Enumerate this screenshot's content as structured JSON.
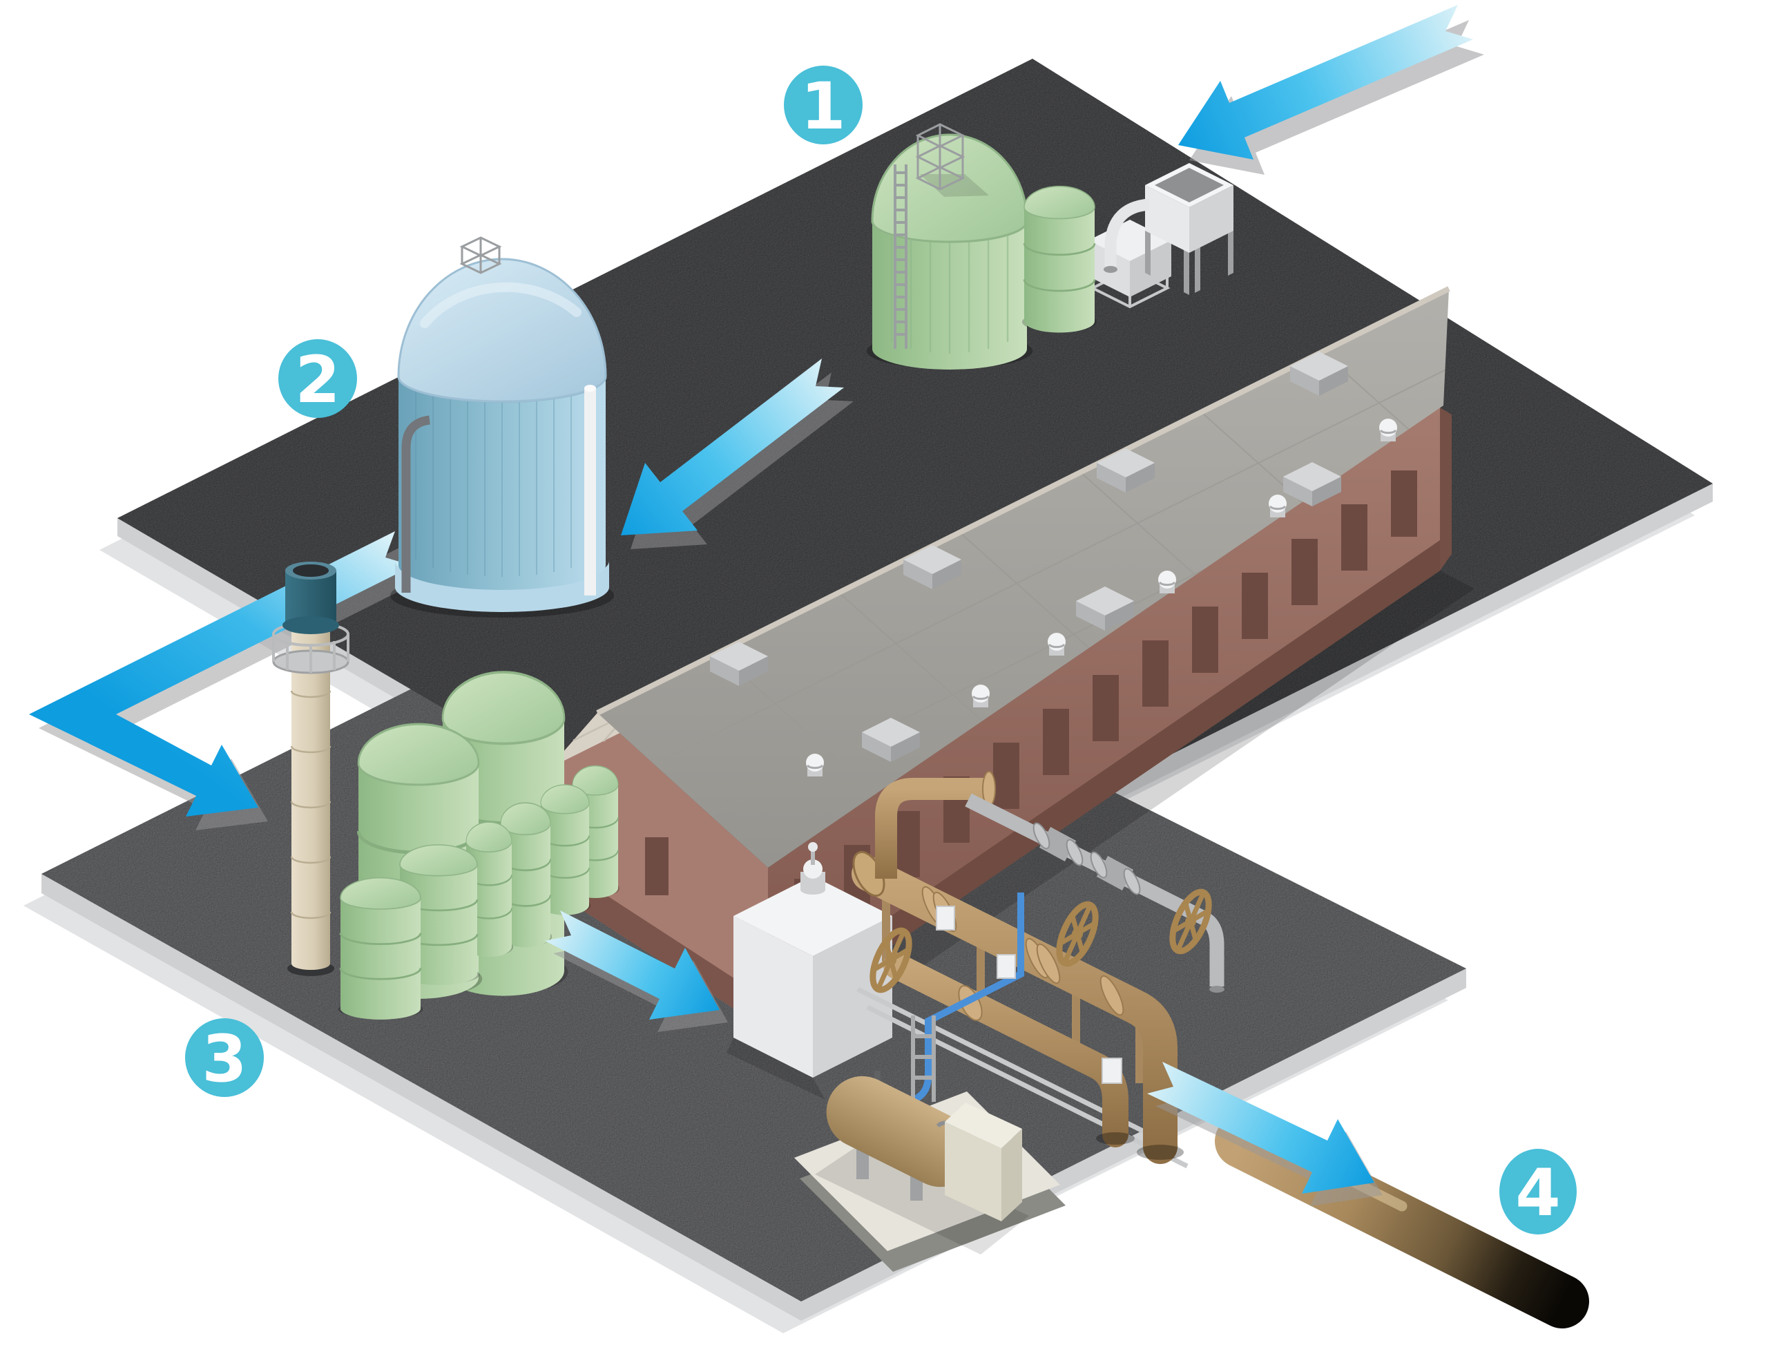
{
  "diagram": {
    "type": "isometric-facility-process-flow",
    "background": "#ffffff",
    "description": "Four-step gas processing facility flow: feedstock receiving and digester tanks (1), storage tank (2), silo storage with exhaust stack (3), compression skid and export pipeline (4)"
  },
  "callouts": [
    {
      "number": "1",
      "station": "feedstock-receiving-and-digester-tanks"
    },
    {
      "number": "2",
      "station": "gas-storage-tank"
    },
    {
      "number": "3",
      "station": "silo-storage-and-exhaust-stack"
    },
    {
      "number": "4",
      "station": "export-pipeline"
    }
  ],
  "palette": {
    "callout": "#49bfd8",
    "callout_text": "#ffffff",
    "arrow_light": "#d9f1f8",
    "arrow_mid": "#4cc3ee",
    "arrow_deep": "#0f9de0",
    "pad_dark": "#58595c",
    "pad_light": "#77787b",
    "slab_edge": "#cfd0d2",
    "pad_shadow": "#e2e3e5",
    "tank_green_body": "#9ac292",
    "tank_green_dome": "#c3dfb6",
    "tank_blue_body": "#8fc0d5",
    "tank_blue_dome": "#cfe6f3",
    "building_brick": "#9f766a",
    "building_plinth": "#6f4b41",
    "roof_gray": "#a7a5a0",
    "roof_beige": "#d8d1c6",
    "stack_cream": "#ddd2ba",
    "stack_cap_teal": "#2f6574",
    "pipe_brown": "#b5946b",
    "pipe_gray": "#b9bbbd",
    "pipe_blue": "#4a90d9",
    "pipeline_end_black": "#0a0805",
    "white_equipment": "#f3f4f5"
  }
}
